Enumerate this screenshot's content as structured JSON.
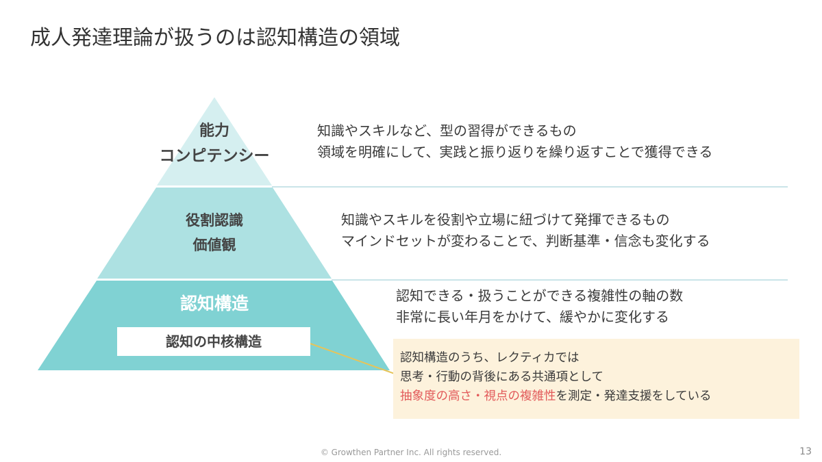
{
  "title": "成人発達理論が扱うのは認知構造の領域",
  "pyramid": {
    "top": {
      "line1": "能力",
      "line2": "コンピテンシー",
      "desc1": "知識やスキルなど、型の習得ができるもの",
      "desc2": "領域を明確にして、実践と振り返りを繰り返すことで獲得できる"
    },
    "middle": {
      "line1": "役割認識",
      "line2": "価値観",
      "desc1": "知識やスキルを役割や立場に紐づけて発揮できるもの",
      "desc2": "マインドセットが変わることで、判断基準・信念も変化する"
    },
    "bottom": {
      "line1": "認知構造",
      "core": "認知の中核構造",
      "desc1": "認知できる・扱うことができる複雑性の軸の数",
      "desc2": "非常に長い年月をかけて、緩やかに変化する"
    }
  },
  "callout": {
    "line1": "認知構造のうち、レクティカでは",
    "line2": "思考・行動の背後にある共通項として",
    "line3_highlight": "抽象度の高さ・視点の複雑性",
    "line3_rest": "を測定・発達支援をしている"
  },
  "colors": {
    "tier_top": "#d5eff0",
    "tier_middle": "#ade1e2",
    "tier_bottom": "#80d2d3",
    "highlight": "#e25a5a",
    "callout_bg": "#fdf2dc"
  },
  "footer": "© Growthen Partner Inc. All rights reserved.",
  "page_number": "13"
}
